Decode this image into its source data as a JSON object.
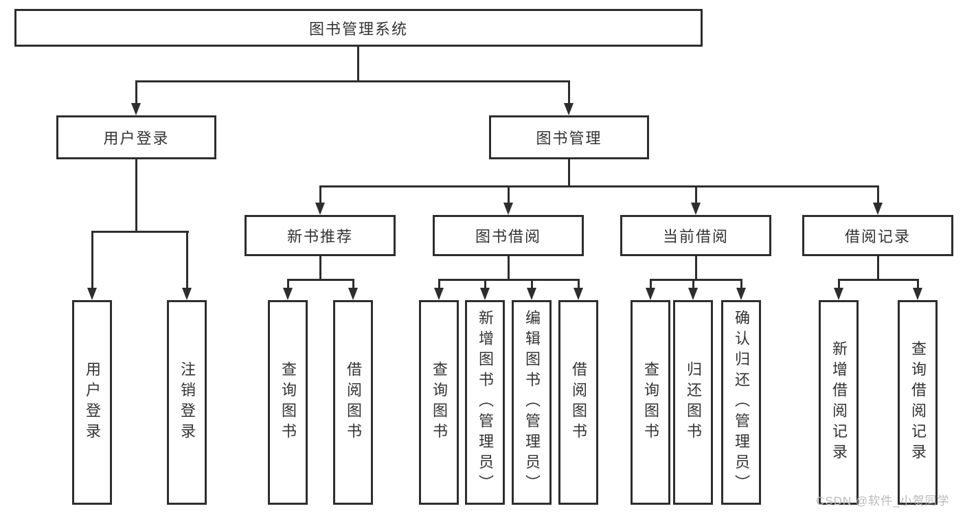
{
  "diagram": {
    "root": "图书管理系统",
    "level2": {
      "user_login": "用户登录",
      "book_mgmt": "图书管理"
    },
    "level3": {
      "new_book": "新书推荐",
      "book_borrow": "图书借阅",
      "current_borrow": "当前借阅",
      "borrow_record": "借阅记录"
    },
    "leaves": {
      "user_login": "用户登录",
      "logout": "注销登录",
      "nb_query": "查询图书",
      "nb_borrow": "借阅图书",
      "bb_query": "查询图书",
      "bb_add": "新增图书（管理员）",
      "bb_edit": "编辑图书（管理员）",
      "bb_borrow": "借阅图书",
      "cb_query": "查询图书",
      "cb_return": "归还图书",
      "cb_confirm": "确认归还（管理员）",
      "br_add": "新增借阅记录",
      "br_query": "查询借阅记录"
    }
  },
  "watermark": "CSDN @软件_小贺同学",
  "colors": {
    "line": "#2d2d2d",
    "text": "#333333",
    "watermark": "#b8b8b8",
    "background": "#ffffff"
  }
}
